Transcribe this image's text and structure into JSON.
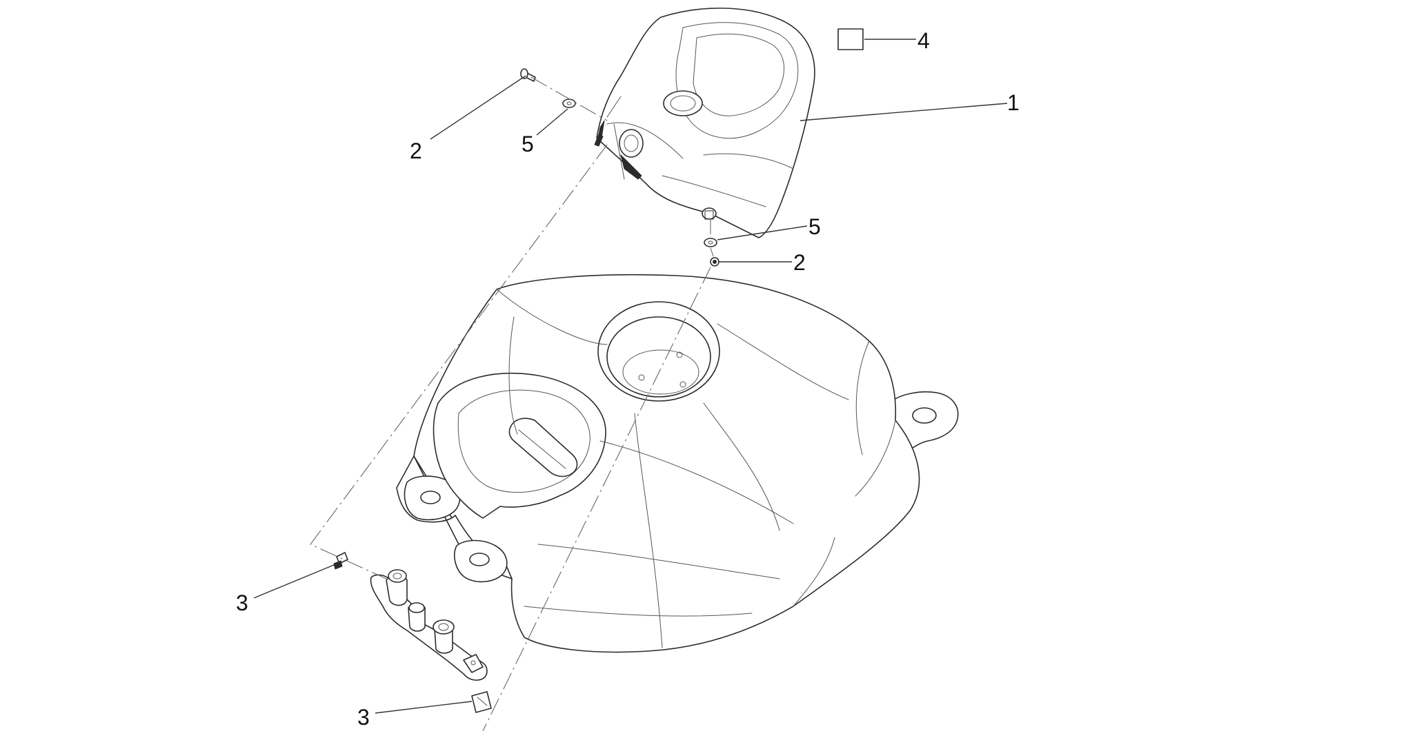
{
  "callouts": [
    {
      "label": "1"
    },
    {
      "label": "2"
    },
    {
      "label": "2"
    },
    {
      "label": "3"
    },
    {
      "label": "3"
    },
    {
      "label": "4"
    },
    {
      "label": "5"
    },
    {
      "label": "5"
    }
  ]
}
